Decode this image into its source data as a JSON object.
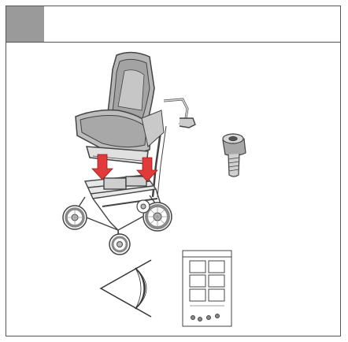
{
  "step": {
    "number": "",
    "box_color": "#9a9a9a"
  },
  "illustration": {
    "main": "seat-mounting-onto-chassis",
    "parts": [
      "seat-unit",
      "chassis-frame",
      "arrows-down",
      "screw"
    ],
    "inspection_icon": "eye-icon",
    "reference_icon": "manual-booklet-icon",
    "arrow_color": "#e03a3a"
  }
}
